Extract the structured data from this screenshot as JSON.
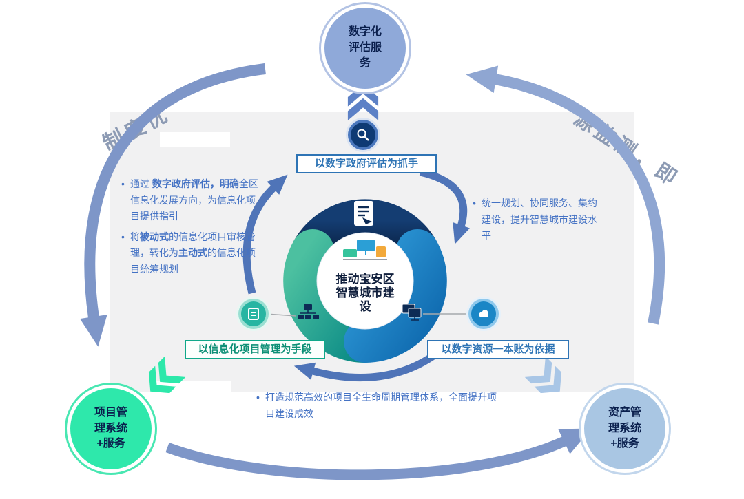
{
  "diagram": {
    "center": {
      "title": "推动宝安区智慧城市建设"
    },
    "boxes": {
      "top": "以数字政府评估为抓手",
      "left": "以信息化项目管理为手段",
      "right": "以数字资源一本账为依据"
    },
    "circles": {
      "top": "数字化评估服务",
      "bottom_left": "项目管理系统+服务",
      "bottom_right": "资产管理系统+服务"
    },
    "fragments": {
      "top_left": "制度优",
      "top_right": "源监测，即"
    },
    "notes": {
      "bullet": "•",
      "left": {
        "b1_pre": "通过 ",
        "b1_bold": "数字政府评估，明确",
        "b1_post": "全区信息化发展方向，为信息化项目提供指引",
        "b2_pre": "将",
        "b2_bold1": "被动式",
        "b2_mid": "的信息化项目审核管理，转化为",
        "b2_bold2": "主动式",
        "b2_post": "的信息化项目统筹规划"
      },
      "right": "统一规划、协同服务、集约建设，提升智慧城市建设水平",
      "bottom": "打造规范高效的项目全生命周期管理体系，全面提升项目建设成效"
    },
    "icons": {
      "top_node": "magnifier-icon",
      "left_node": "clipboard-icon",
      "right_node": "cloud-icon",
      "petal_top": "document-pen-icon",
      "petal_left": "network-icon",
      "petal_right": "monitor-icon",
      "center": "workstation-icon"
    },
    "colors": {
      "panel": "#f1f1f2",
      "accent_blue": "#2e74b5",
      "note_blue": "#4472c4",
      "teal": "#10a88a",
      "green": "#2ee8ab",
      "navy_petal": "#0d2b55",
      "blue_petal": "#1b7ec5",
      "arc_blue": "#7e96c8",
      "swoosh_blue": "#4f74b8",
      "circle_top": "#8fa9d9",
      "circle_right": "#a9c6e3"
    }
  }
}
